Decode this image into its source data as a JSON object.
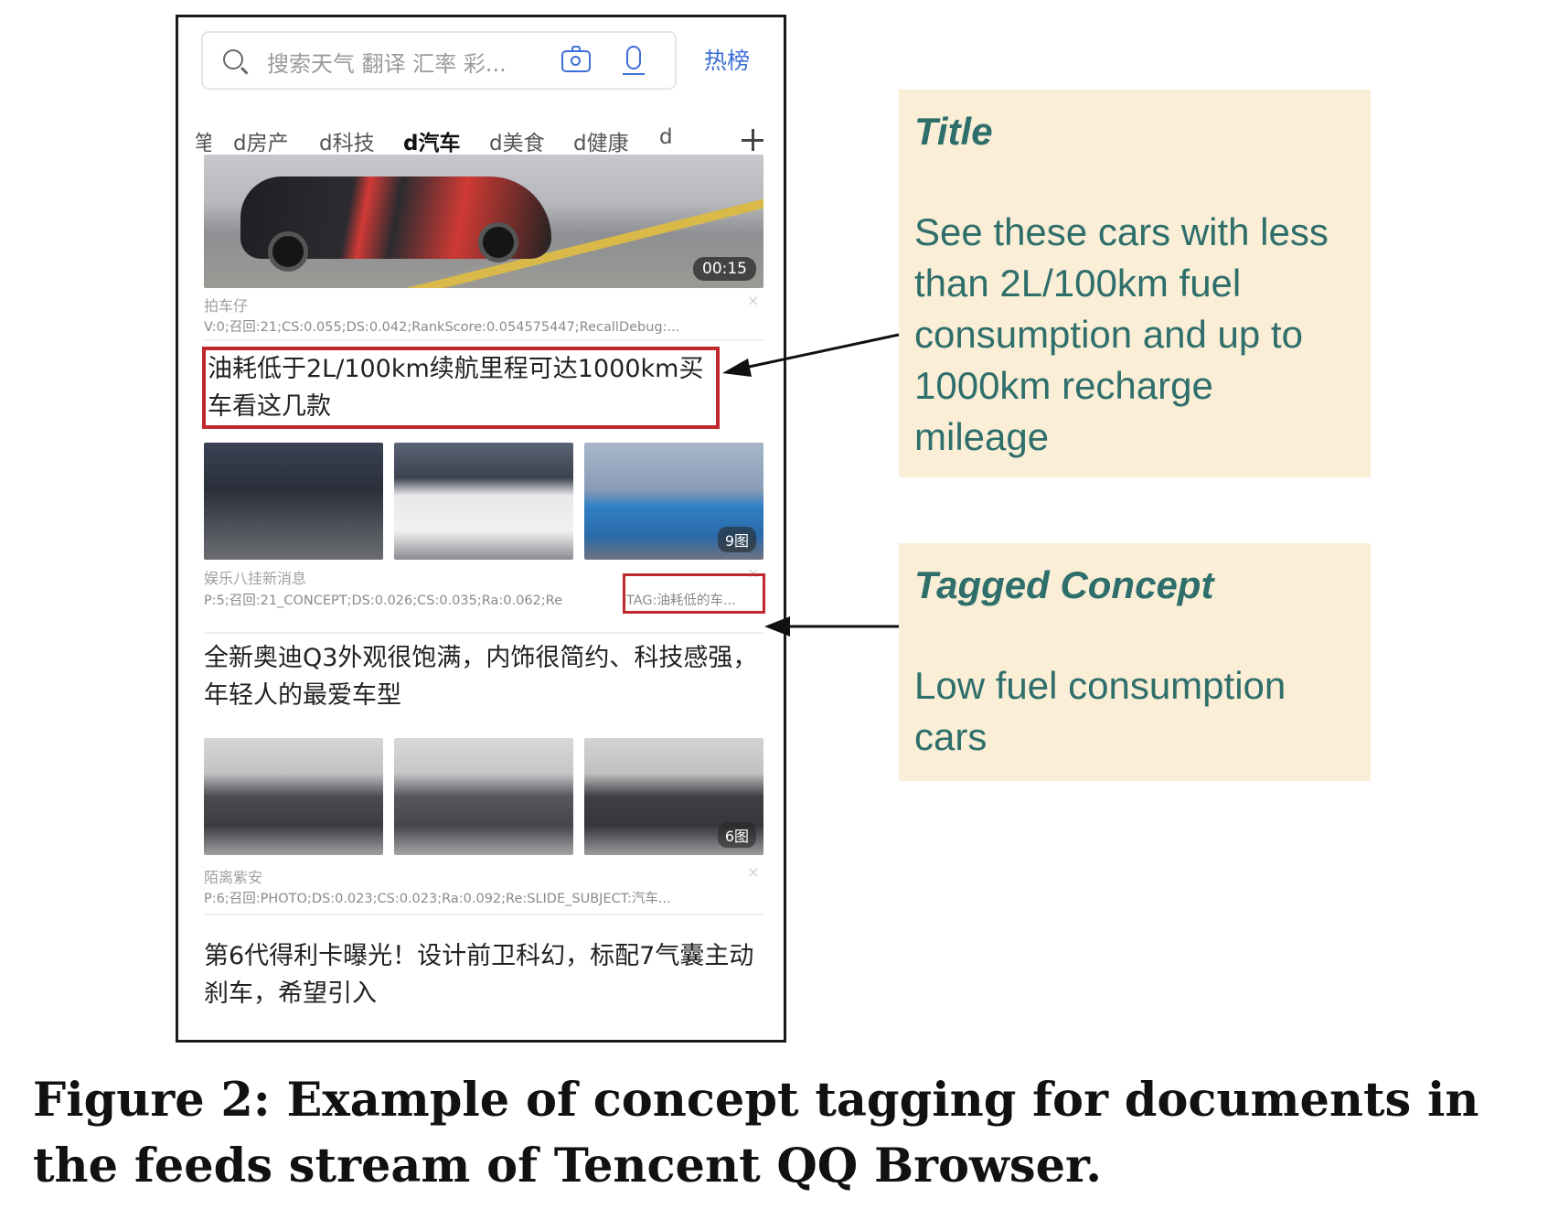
{
  "search": {
    "placeholder": "搜索天气 翻译 汇率 彩...",
    "hot_list_label": "热榜"
  },
  "channel_tabs": [
    {
      "label": "笔",
      "active": false
    },
    {
      "label": "d房产",
      "active": false
    },
    {
      "label": "d科技",
      "active": false
    },
    {
      "label": "d汽车",
      "active": true
    },
    {
      "label": "d美食",
      "active": false
    },
    {
      "label": "d健康",
      "active": false
    },
    {
      "label": "d",
      "active": false
    }
  ],
  "feed": {
    "item1": {
      "duration": "00:15",
      "source": "拍车仔",
      "debug": "V:0;召回:21;CS:0.055;DS:0.042;RankScore:0.054575447;RecallDebug:...",
      "close": "×"
    },
    "item2": {
      "title": "油耗低于2L/100km续航里程可达1000km买车看这几款",
      "image_count": "9图",
      "source": "娱乐八挂新消息",
      "debug": "P:5;召回:21_CONCEPT;DS:0.026;CS:0.035;Ra:0.062;Re",
      "tag": "TAG:油耗低的车...",
      "close": "×"
    },
    "item3": {
      "title": "全新奥迪Q3外观很饱满，内饰很简约、科技感强，年轻人的最爱车型",
      "image_count": "6图",
      "source": "陌离紫安",
      "debug": "P:6;召回:PHOTO;DS:0.023;CS:0.023;Ra:0.092;Re:SLIDE_SUBJECT:汽车...",
      "close": "×"
    },
    "item4": {
      "title": "第6代得利卡曝光！设计前卫科幻，标配7气囊主动刹车，希望引入"
    }
  },
  "annotations": {
    "title_panel": {
      "heading": "Title",
      "body": "See these cars with less than 2L/100km fuel consumption and up to 1000km recharge mileage"
    },
    "concept_panel": {
      "heading": "Tagged Concept",
      "body": "Low fuel consumption cars"
    }
  },
  "caption": "Figure 2: Example of concept tagging for documents in the feeds stream of Tencent QQ Browser.",
  "colors": {
    "accent_blue": "#3d6fd6",
    "highlight_red": "#c0282d",
    "panel_bg": "#faeed6",
    "panel_text": "#2e6e6b"
  }
}
